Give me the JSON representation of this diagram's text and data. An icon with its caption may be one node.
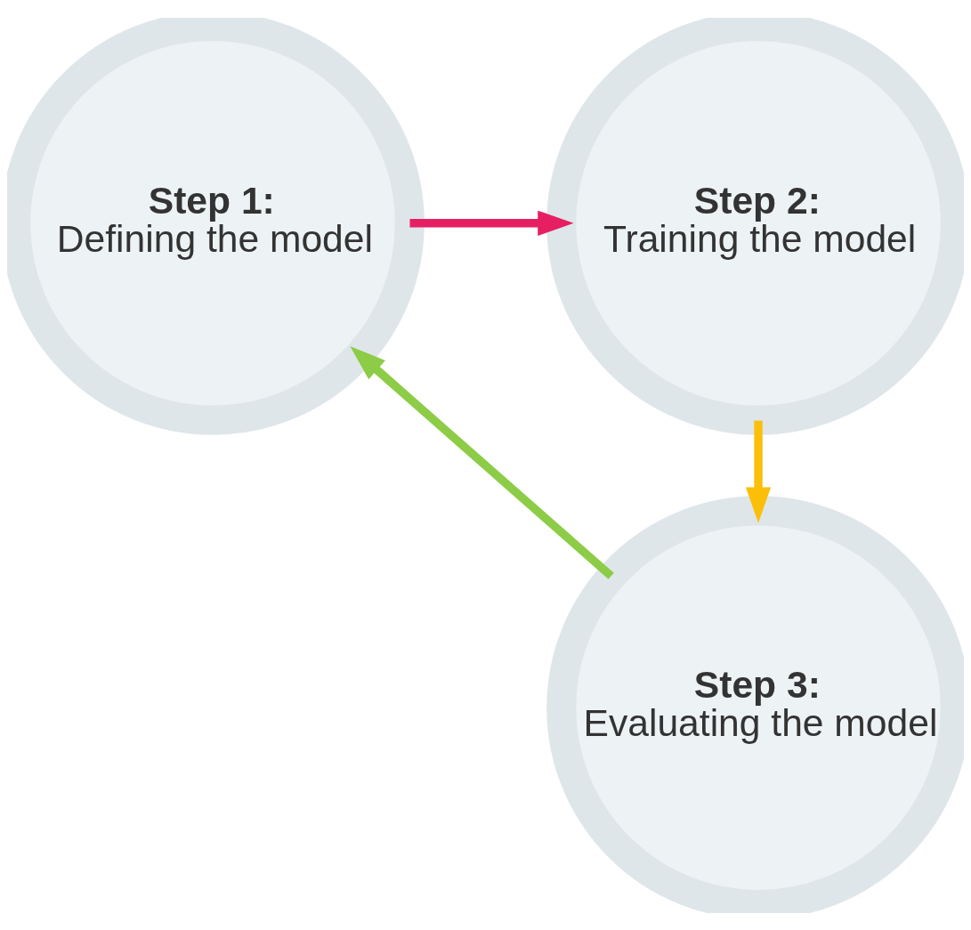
{
  "diagram": {
    "nodes": [
      {
        "text": [
          "Step 1:",
          "Defining the model"
        ]
      },
      {
        "text": [
          "Step 2:",
          "Training the model"
        ]
      },
      {
        "text": [
          "Step 3:",
          "Evaluating the model"
        ]
      }
    ],
    "edges": [
      {
        "from": 0,
        "to": 1,
        "arrow": "to",
        "color": "#e61f63"
      },
      {
        "from": 1,
        "to": 2,
        "arrow": "to",
        "color": "#fbbf0a"
      },
      {
        "from": 2,
        "to": 0,
        "arrow": "to",
        "color": "#8ccc46"
      }
    ]
  }
}
